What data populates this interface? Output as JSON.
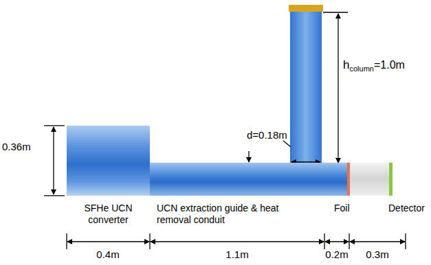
{
  "diagram": {
    "nodes": [
      {
        "text": [
          "SFHe UCN converter"
        ]
      },
      {
        "text": [
          "UCN extraction guide & heat removal conduit"
        ]
      },
      {
        "text": [
          "Foil"
        ]
      },
      {
        "text": [
          "Detector"
        ]
      }
    ],
    "labels": [
      "0.36m",
      "d=0.18m",
      "h",
      "column",
      "=1.0m",
      "0.4m",
      "1.1m",
      "0.2m",
      "0.3m"
    ]
  }
}
